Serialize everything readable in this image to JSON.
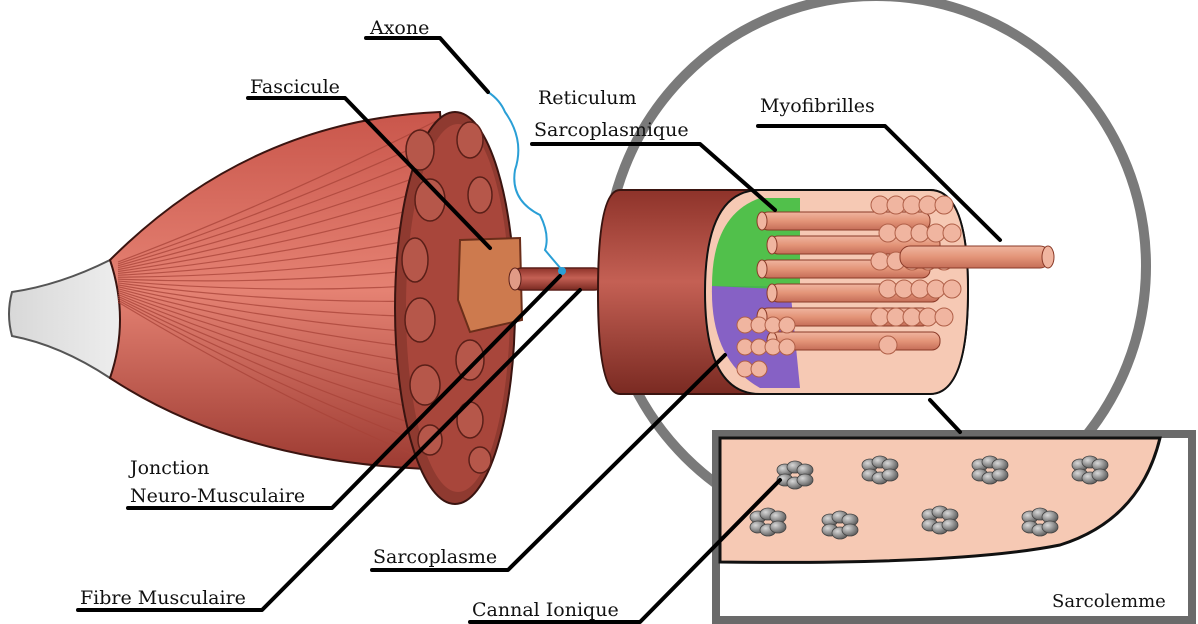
{
  "labels": {
    "axone": "Axone",
    "fascicule": "Fascicule",
    "reticulum_line1": "Reticulum",
    "reticulum_line2": "Sarcoplasmique",
    "myofibrilles": "Myofibrilles",
    "jonction_line1": "Jonction",
    "jonction_line2": "Neuro-Musculaire",
    "fibre": "Fibre Musculaire",
    "sarcoplasme": "Sarcoplasme",
    "canal": "Cannal Ionique",
    "sarcolemme": "Sarcolemme"
  },
  "colors": {
    "muscle_dark": "#7a2a22",
    "muscle_mid": "#b9473e",
    "muscle_light": "#e07a6e",
    "tendon": "#e9e9e9",
    "fascicle_orange": "#cd7a4e",
    "fiber_pink": "#e8a48c",
    "sarcoplasm_purple": "#7a55c7",
    "reticulum_green": "#3fbf3f",
    "axon_blue": "#2a9fd6",
    "membrane_pink": "#f6c9b4",
    "magnifier_gray": "#7a7a7a",
    "channel_gray": "#8a8a8a"
  }
}
